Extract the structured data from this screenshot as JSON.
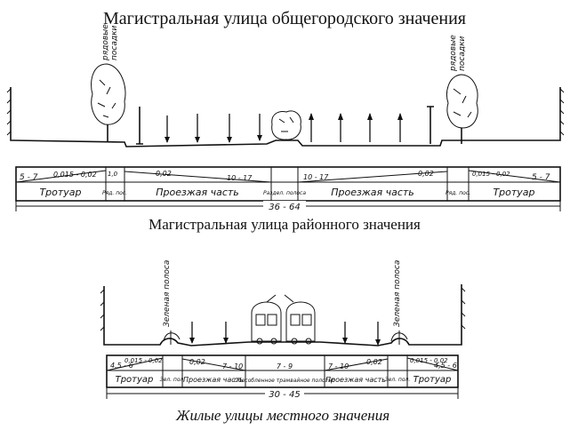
{
  "titles": {
    "section1": "Магистральная улица общегородского значения",
    "section2": "Магистральная улица районного значения",
    "section3": "Жилые улицы местного значения"
  },
  "section1": {
    "tree_label": [
      "рядовые",
      "посадки"
    ],
    "top_cells": [
      "5 - 7",
      "0,015 - 0,02",
      "1,0",
      "0,02",
      "10 - 17",
      "10 - 17",
      "0,02",
      "0,015 - 0,02",
      "5 - 7"
    ],
    "bottom_cells": [
      "Тротуар",
      "Ряд. пос.",
      "Проезжая часть",
      "Раздел. полоса",
      "Проезжая часть",
      "Ряд. пос.",
      "Тротуар"
    ],
    "dimension": "36 - 64"
  },
  "section2": {
    "green_label": "Зеленая полоса",
    "top_cells": [
      "4,5 - 6",
      "0,015 - 0,02",
      "0,02",
      "7 - 10",
      "7 - 9",
      "7 - 10",
      "0,02",
      "0,015 - 0,02",
      "4,5 - 6"
    ],
    "bottom_cells": [
      "Тротуар",
      "Зел. пол.",
      "Проезжая часть",
      "Обособленное трамвайное полотно",
      "Проезжая часть",
      "Зел. пол.",
      "Тротуар"
    ],
    "dimension": "30 - 45"
  }
}
